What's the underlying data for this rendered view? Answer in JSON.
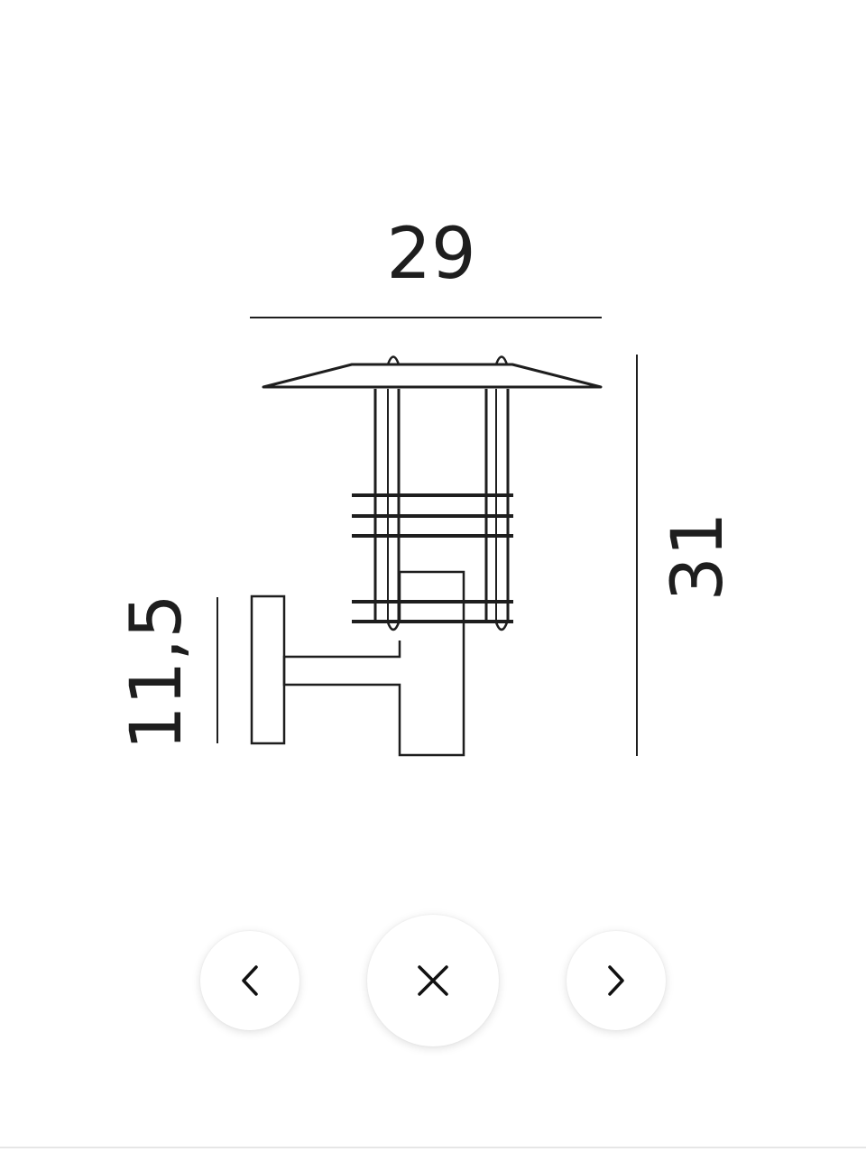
{
  "drawing": {
    "dimensions": {
      "width": "29",
      "height": "31",
      "mount": "11,5"
    }
  },
  "navigation": {
    "prev_icon": "chevron-left-icon",
    "close_icon": "close-icon",
    "next_icon": "chevron-right-icon"
  },
  "colors": {
    "line": "#1e1e1e",
    "background": "#ffffff",
    "button_bg": "#ffffff"
  }
}
